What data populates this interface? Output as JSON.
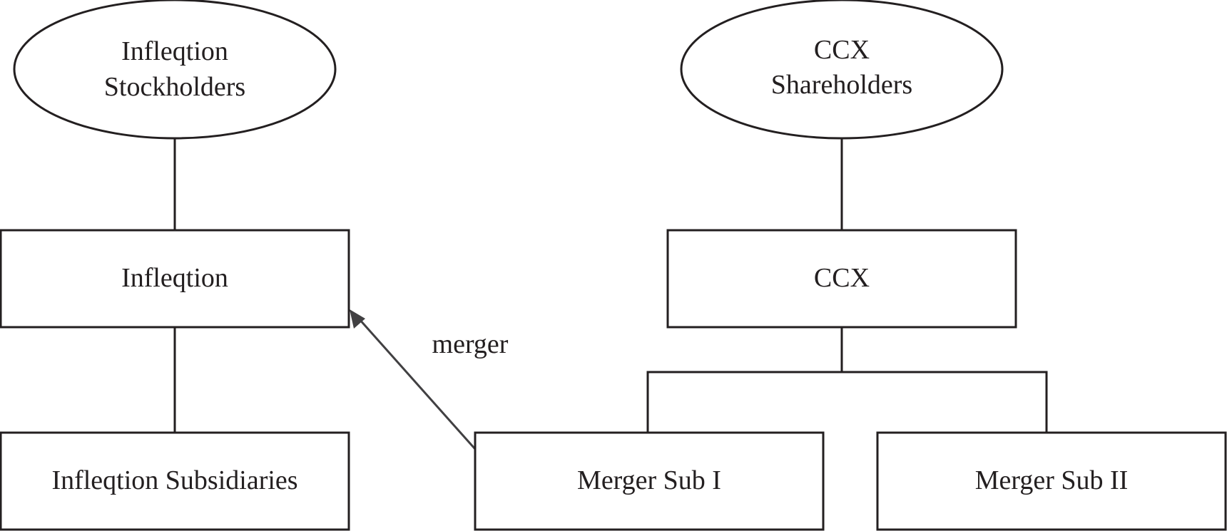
{
  "nodes": {
    "inflection_stockholders": {
      "line1": "Infleqtion",
      "line2": "Stockholders"
    },
    "ccx_shareholders": {
      "line1": "CCX",
      "line2": "Shareholders"
    },
    "inflection": {
      "label": "Infleqtion"
    },
    "ccx": {
      "label": "CCX"
    },
    "inflection_subsidiaries": {
      "label": "Infleqtion Subsidiaries"
    },
    "merger_sub_1": {
      "label": "Merger Sub I"
    },
    "merger_sub_2": {
      "label": "Merger Sub II"
    }
  },
  "edges": {
    "merger_label": "merger"
  }
}
